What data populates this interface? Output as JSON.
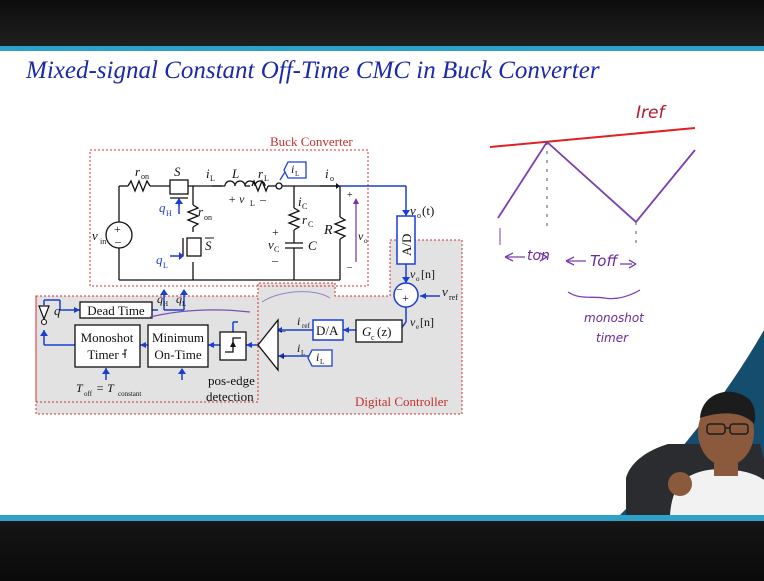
{
  "slide": {
    "title": "Mixed-signal Constant Off-Time CMC in Buck Converter"
  },
  "circuit": {
    "buck_label": "Buck Converter",
    "digital_label": "Digital Controller",
    "r_on": "r",
    "r_on_sub": "on",
    "switch_s": "S",
    "switch_sbar": "S",
    "q_h": "q",
    "q_h_sub": "H",
    "q_l": "q",
    "q_l_sub": "L",
    "v_in": "v",
    "v_in_sub": "in",
    "i_l": "i",
    "i_l_sub": "L",
    "inductor": "L",
    "r_l": "r",
    "r_l_sub": "L",
    "v_l": "+ v",
    "v_l_sub": "L",
    "v_l_minus": "–",
    "i_o": "i",
    "i_o_sub": "o",
    "i_c": "i",
    "i_c_sub": "C",
    "r_c": "r",
    "r_c_sub": "C",
    "v_c": "v",
    "v_c_sub": "C",
    "cap": "C",
    "load": "R",
    "v_o": "v",
    "v_o_sub": "o",
    "sense_il": "i",
    "sense_il_sub": "L",
    "adc": "A/D",
    "vo_t": "v",
    "vo_t_sub": "o",
    "vo_t_arg": "(t)",
    "vo_n": "v",
    "vo_n_sub": "o",
    "vo_n_arg": "[n]",
    "v_ref": "v",
    "v_ref_sub": "ref",
    "ve_n": "v",
    "ve_n_sub": "e",
    "ve_n_arg": "[n]",
    "gc": "G",
    "gc_sub": "c",
    "gc_arg": "(z)",
    "dac": "D/A",
    "i_ref": "i",
    "i_ref_sub": "ref",
    "comp_il": "i",
    "comp_il_sub": "L",
    "dead_time": "Dead Time",
    "q": "q",
    "monoshot_1": "Monoshot",
    "monoshot_2": "Timer",
    "minimum_1": "Minimum",
    "minimum_2": "On-Time",
    "pos_edge_1": "pos-edge",
    "pos_edge_2": "detection",
    "toff": "T",
    "toff_sub": "off",
    "toff_eq": " = T",
    "toff_const": "constant",
    "bus_qh": "q",
    "bus_qh_sub": "H",
    "bus_ql": "q",
    "bus_ql_sub": "L",
    "plus": "+",
    "minus": "–"
  },
  "annotations": {
    "iref": "Iref",
    "ton": "ton",
    "toff": "Toff",
    "monoshot": "monoshot",
    "timer": "timer"
  }
}
